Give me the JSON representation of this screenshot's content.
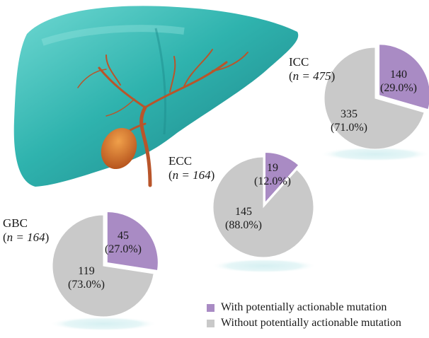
{
  "chart_data": [
    {
      "type": "pie",
      "group": "ICC",
      "n_label": "n = 475",
      "categories": [
        "With potentially actionable mutation",
        "Without potentially actionable mutation"
      ],
      "values": [
        140,
        335
      ],
      "percent_labels": [
        "(29.0%)",
        "(71.0%)"
      ],
      "colors": [
        "#a98bc4",
        "#c9c9c9"
      ]
    },
    {
      "type": "pie",
      "group": "ECC",
      "n_label": "n = 164",
      "categories": [
        "With potentially actionable mutation",
        "Without potentially actionable mutation"
      ],
      "values": [
        19,
        145
      ],
      "percent_labels": [
        "(12.0%)",
        "(88.0%)"
      ],
      "colors": [
        "#a98bc4",
        "#c9c9c9"
      ]
    },
    {
      "type": "pie",
      "group": "GBC",
      "n_label": "n = 164",
      "categories": [
        "With potentially actionable mutation",
        "Without potentially actionable mutation"
      ],
      "values": [
        45,
        119
      ],
      "percent_labels": [
        "(27.0%)",
        "(73.0%)"
      ],
      "colors": [
        "#a98bc4",
        "#c9c9c9"
      ]
    }
  ],
  "legend": {
    "items": [
      {
        "label": "With potentially actionable mutation",
        "color": "#a98bc4"
      },
      {
        "label": "Without potentially actionable mutation",
        "color": "#c9c9c9"
      }
    ]
  },
  "illustration": {
    "icon": "liver-illustration",
    "liver_color": "#35b8b4",
    "duct_color": "#c25a2a"
  }
}
